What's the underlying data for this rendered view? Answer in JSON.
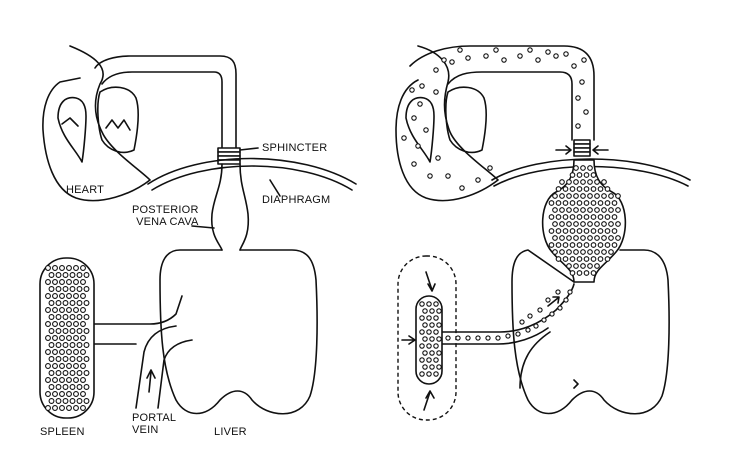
{
  "labels": {
    "heart": "HEART",
    "sphincter": "SPHINCTER",
    "diaphragm": "DIAPHRAGM",
    "posterior_vena_cava_line1": "POSTERIOR",
    "posterior_vena_cava_line2": "VENA CAVA",
    "spleen": "SPLEEN",
    "portal_vein_line1": "PORTAL",
    "portal_vein_line2": "VEIN",
    "liver": "LIVER"
  },
  "colors": {
    "ink": "#111111",
    "background": "#ffffff"
  }
}
